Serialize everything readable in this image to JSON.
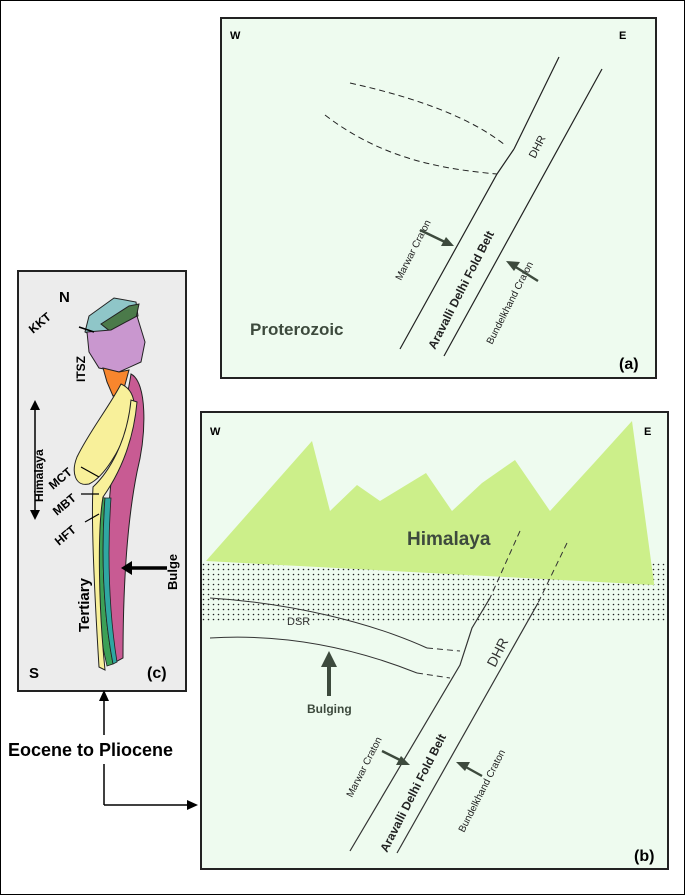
{
  "panel_a": {
    "west": "W",
    "east": "E",
    "dhr": "DHR",
    "marwar": "Marwar Craton",
    "aravalli": "Aravalli Delhi Fold Belt",
    "bundelkhand": "Bundelkhand Craton",
    "era": "Proterozoic",
    "panel_label": "(a)"
  },
  "panel_b": {
    "west": "W",
    "east": "E",
    "himalaya": "Himalaya",
    "dsr": "DSR",
    "dhr": "DHR",
    "bulging": "Bulging",
    "marwar": "Marwar Craton",
    "aravalli": "Aravalli Delhi Fold Belt",
    "bundelkhand": "Bundelkhand Craton",
    "panel_label": "(b)"
  },
  "panel_c": {
    "north": "N",
    "south": "S",
    "kkt": "KKT",
    "itsz": "ITSZ",
    "himalaya": "Himalaya",
    "mct": "MCT",
    "mbt": "MBT",
    "hft": "HFT",
    "tertiary": "Tertiary",
    "bulge": "Bulge",
    "panel_label": "(c)"
  },
  "shared": {
    "time_label": "Eocene to Pliocene"
  },
  "colors": {
    "panel_bg": "#eefbef",
    "himalaya_fill": "#ccef8a",
    "map_bg": "#ececec",
    "teal": "#8fc6c8",
    "dark_green": "#4b7a4a",
    "lilac": "#c997cf",
    "orange": "#f8862d",
    "yellow": "#f8f09a",
    "magenta": "#c85b93",
    "green_strip": "#3ca056",
    "cyan_strip": "#2fa7a2",
    "text_dark": "#3d4a3d"
  }
}
